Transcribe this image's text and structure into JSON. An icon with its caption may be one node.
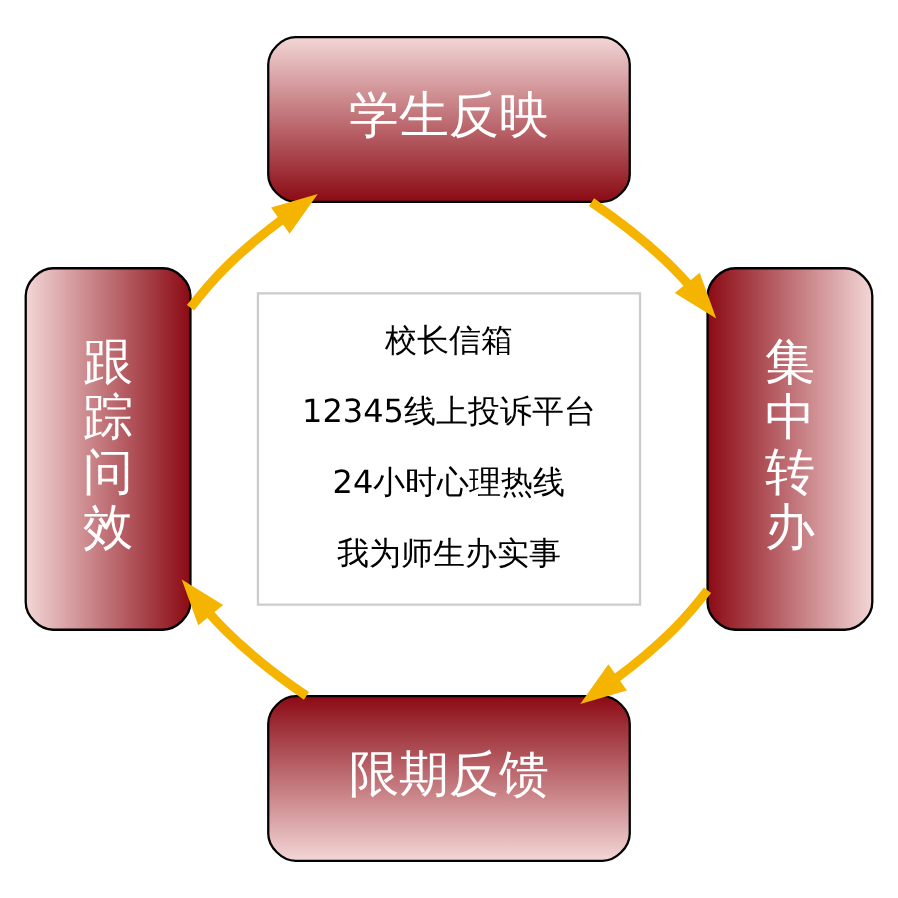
{
  "diagram": {
    "nodes": [
      {
        "text": [
          "学生反映"
        ]
      },
      {
        "text": [
          "集中转办"
        ]
      },
      {
        "text": [
          "限期反馈"
        ]
      },
      {
        "text": [
          "跟踪问效"
        ]
      },
      {
        "text": [
          "校长信箱",
          "12345线上投诉平台",
          "24小时心理热线",
          "我为师生办实事"
        ]
      }
    ],
    "edges": [
      {
        "from": 0,
        "to": 1,
        "arrow": "to"
      },
      {
        "from": 1,
        "to": 2,
        "arrow": "to"
      },
      {
        "from": 2,
        "to": 3,
        "arrow": "to"
      },
      {
        "from": 3,
        "to": 0,
        "arrow": "to"
      }
    ]
  }
}
